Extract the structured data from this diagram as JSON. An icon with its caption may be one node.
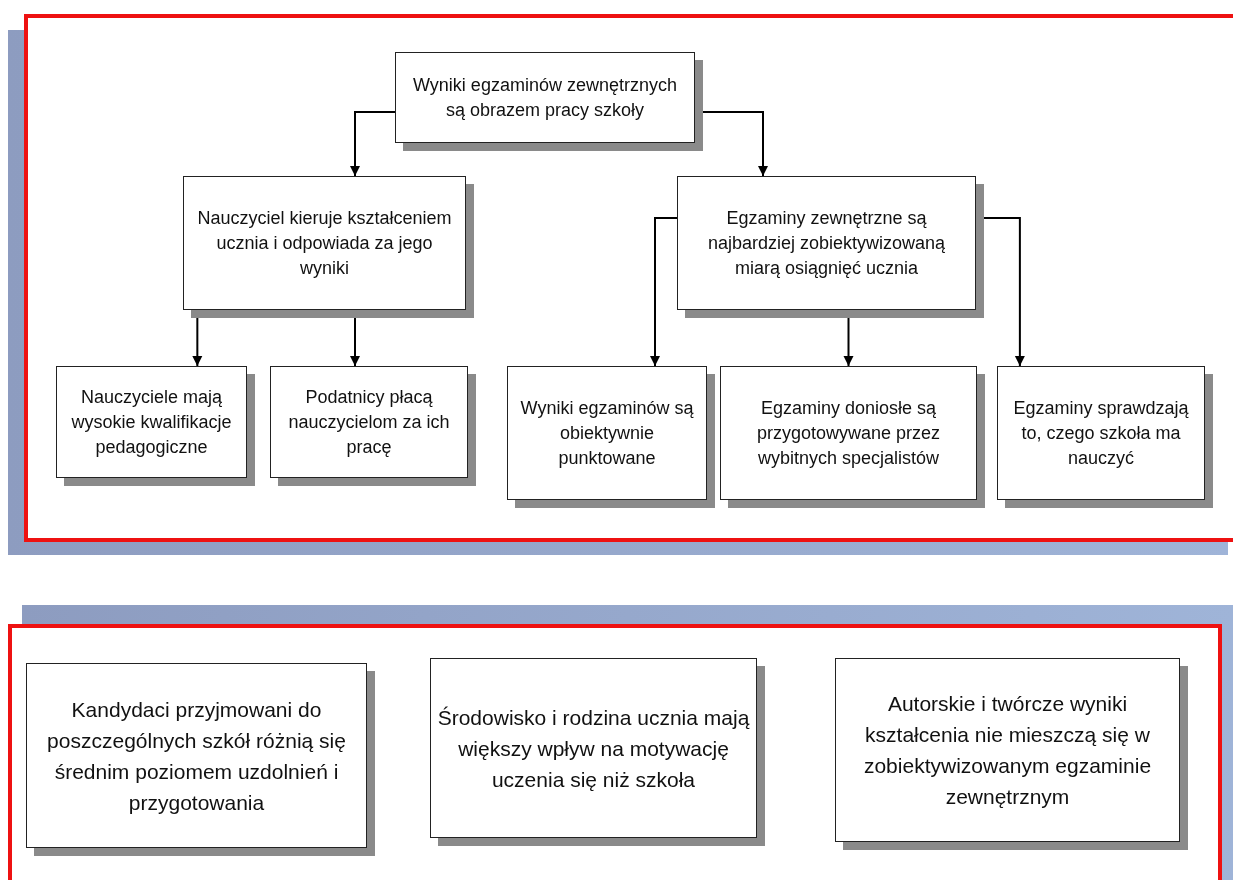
{
  "diagram": {
    "nodes": [
      {
        "text": [
          "Wyniki egzaminów zewnętrznych są obrazem pracy szkoły"
        ]
      },
      {
        "text": [
          "Nauczyciel kieruje kształceniem ucznia i odpowiada za jego wyniki"
        ]
      },
      {
        "text": [
          "Egzaminy zewnętrzne są najbardziej zobiektywizowaną miarą osiągnięć ucznia"
        ]
      },
      {
        "text": [
          "Nauczyciele mają wysokie kwalifikacje pedagogiczne"
        ]
      },
      {
        "text": [
          "Podatnicy płacą nauczycielom za ich pracę"
        ]
      },
      {
        "text": [
          "Wyniki egzaminów są obiektywnie punktowane"
        ]
      },
      {
        "text": [
          "Egzaminy doniosłe są przygotowywane przez wybitnych specjalistów"
        ]
      },
      {
        "text": [
          "Egzaminy sprawdzają to, czego szkoła ma nauczyć"
        ]
      },
      {
        "text": [
          "Kandydaci przyjmowani do poszczególnych szkół różnią się średnim poziomem uzdolnień i przygotowania"
        ]
      },
      {
        "text": [
          "Środowisko i rodzina ucznia mają większy wpływ na motywację uczenia się niż szkoła"
        ]
      },
      {
        "text": [
          "Autorskie i twórcze wyniki kształcenia nie mieszczą się w zobiektywizowanym egzaminie zewnętrznym"
        ]
      }
    ],
    "edges": [
      {
        "from": 0,
        "to": 1,
        "arrow": "to"
      },
      {
        "from": 0,
        "to": 2,
        "arrow": "to"
      },
      {
        "from": 1,
        "to": 3,
        "arrow": "to"
      },
      {
        "from": 1,
        "to": 4,
        "arrow": "to"
      },
      {
        "from": 2,
        "to": 5,
        "arrow": "to"
      },
      {
        "from": 2,
        "to": 6,
        "arrow": "to"
      },
      {
        "from": 2,
        "to": 7,
        "arrow": "to"
      }
    ]
  }
}
